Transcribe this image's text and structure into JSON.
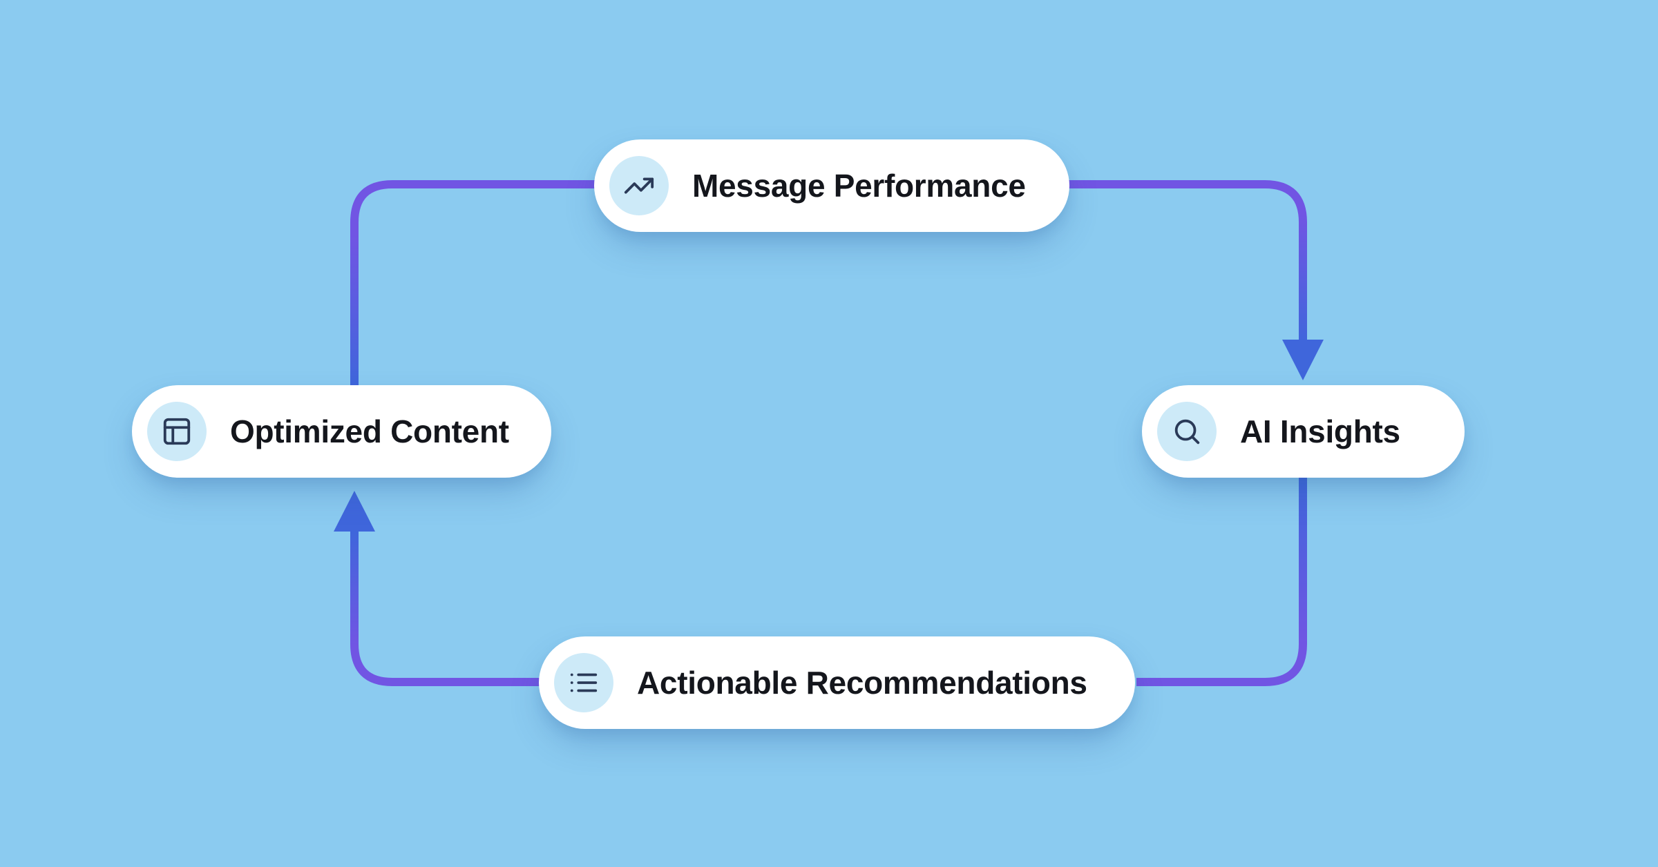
{
  "diagram": {
    "type": "cycle",
    "background_color": "#8BCBF0",
    "connector_colors": {
      "purple": "#7155E3",
      "blue": "#3F66DB"
    },
    "node_style": {
      "background": "#FFFFFF",
      "icon_circle": "#CDEAF8",
      "icon_stroke": "#2A3A58",
      "label_color": "#14161C"
    }
  },
  "nodes": [
    {
      "id": "message-performance",
      "label": "Message Performance",
      "icon": "trending-up-icon"
    },
    {
      "id": "ai-insights",
      "label": "AI Insights",
      "icon": "search-icon"
    },
    {
      "id": "actionable-recommendations",
      "label": "Actionable Recommendations",
      "icon": "list-icon"
    },
    {
      "id": "optimized-content",
      "label": "Optimized Content",
      "icon": "layout-icon"
    }
  ],
  "flow_sequence": [
    "Message Performance",
    "AI Insights",
    "Actionable Recommendations",
    "Optimized Content",
    "Message Performance"
  ]
}
